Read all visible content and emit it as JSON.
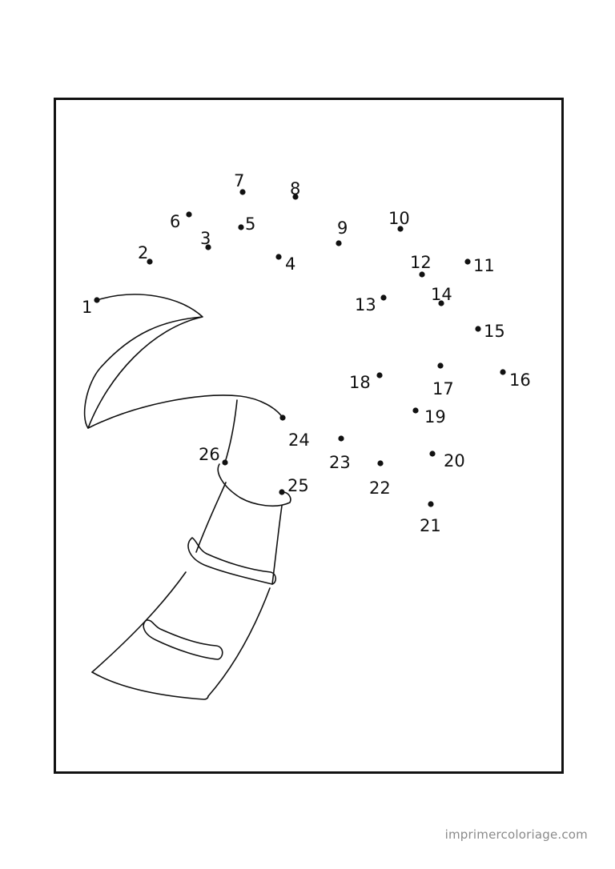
{
  "site_credit": "imprimercoloriage.com",
  "icons": {
    "drawing": "palm-tree-trunk-and-leaf-outline-icon"
  },
  "colors": {
    "ink": "#111111",
    "credit_text": "#8a8a8a",
    "paper": "#ffffff"
  },
  "dots": [
    {
      "label": "1"
    },
    {
      "label": "2"
    },
    {
      "label": "3"
    },
    {
      "label": "4"
    },
    {
      "label": "5"
    },
    {
      "label": "6"
    },
    {
      "label": "7"
    },
    {
      "label": "8"
    },
    {
      "label": "9"
    },
    {
      "label": "10"
    },
    {
      "label": "11"
    },
    {
      "label": "12"
    },
    {
      "label": "13"
    },
    {
      "label": "14"
    },
    {
      "label": "15"
    },
    {
      "label": "16"
    },
    {
      "label": "17"
    },
    {
      "label": "18"
    },
    {
      "label": "19"
    },
    {
      "label": "20"
    },
    {
      "label": "21"
    },
    {
      "label": "22"
    },
    {
      "label": "23"
    },
    {
      "label": "24"
    },
    {
      "label": "25"
    },
    {
      "label": "26"
    }
  ]
}
